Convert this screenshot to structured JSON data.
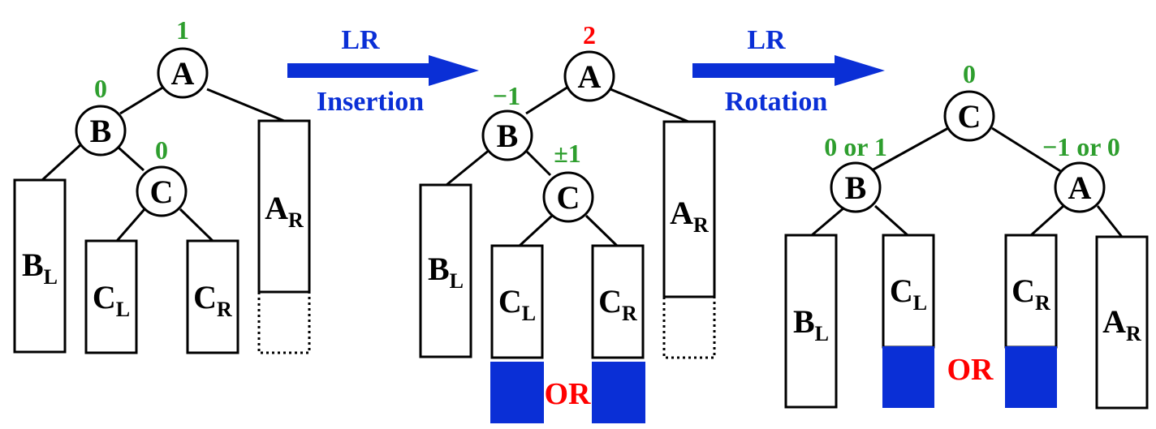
{
  "colors": {
    "balance_green": "#2e9e2e",
    "balance_red": "#ff0000",
    "arrow_blue": "#0a2fd6",
    "inserted_fill": "#0a2fd6",
    "or_red": "#ff0000",
    "stroke": "#000000"
  },
  "stage1": {
    "nodes": {
      "A": {
        "label": "A",
        "balance": "1"
      },
      "B": {
        "label": "B",
        "balance": "0"
      },
      "C": {
        "label": "C",
        "balance": "0"
      }
    },
    "subtrees": {
      "BL": {
        "main": "B",
        "sub": "L"
      },
      "CL": {
        "main": "C",
        "sub": "L"
      },
      "CR": {
        "main": "C",
        "sub": "R"
      },
      "AR": {
        "main": "A",
        "sub": "R"
      }
    }
  },
  "arrow1": {
    "top": "LR",
    "bottom": "Insertion"
  },
  "stage2": {
    "nodes": {
      "A": {
        "label": "A",
        "balance": "2"
      },
      "B": {
        "label": "B",
        "balance": "−1"
      },
      "C": {
        "label": "C",
        "balance": "±1"
      }
    },
    "subtrees": {
      "BL": {
        "main": "B",
        "sub": "L"
      },
      "CL": {
        "main": "C",
        "sub": "L"
      },
      "CR": {
        "main": "C",
        "sub": "R"
      },
      "AR": {
        "main": "A",
        "sub": "R"
      }
    },
    "or_label": "OR"
  },
  "arrow2": {
    "top": "LR",
    "bottom": "Rotation"
  },
  "stage3": {
    "nodes": {
      "C": {
        "label": "C",
        "balance": "0"
      },
      "B": {
        "label": "B",
        "balance": "0 or 1"
      },
      "A": {
        "label": "A",
        "balance": "−1 or 0"
      }
    },
    "subtrees": {
      "BL": {
        "main": "B",
        "sub": "L"
      },
      "CL": {
        "main": "C",
        "sub": "L"
      },
      "CR": {
        "main": "C",
        "sub": "R"
      },
      "AR": {
        "main": "A",
        "sub": "R"
      }
    },
    "or_label": "OR"
  }
}
